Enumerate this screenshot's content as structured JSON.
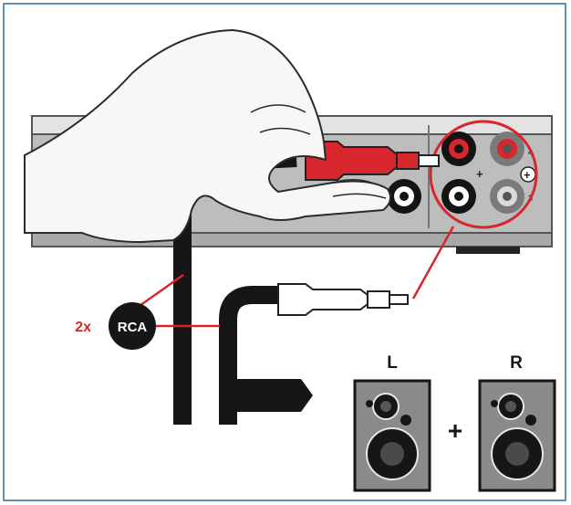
{
  "callout": {
    "quantity": "2x",
    "connector_type": "RCA"
  },
  "speakers": {
    "left_label": "L",
    "right_label": "R",
    "joiner": "+"
  },
  "jacks": {
    "plus_sign": "+",
    "top_right_index": "4",
    "bottom_right_index": "3"
  },
  "colors": {
    "accent_red": "#d7262e",
    "frame_blue": "#5f8fb5",
    "device_grey": "#c9c9c9",
    "speaker_grey": "#8a8a8a",
    "cable_black": "#161616"
  }
}
